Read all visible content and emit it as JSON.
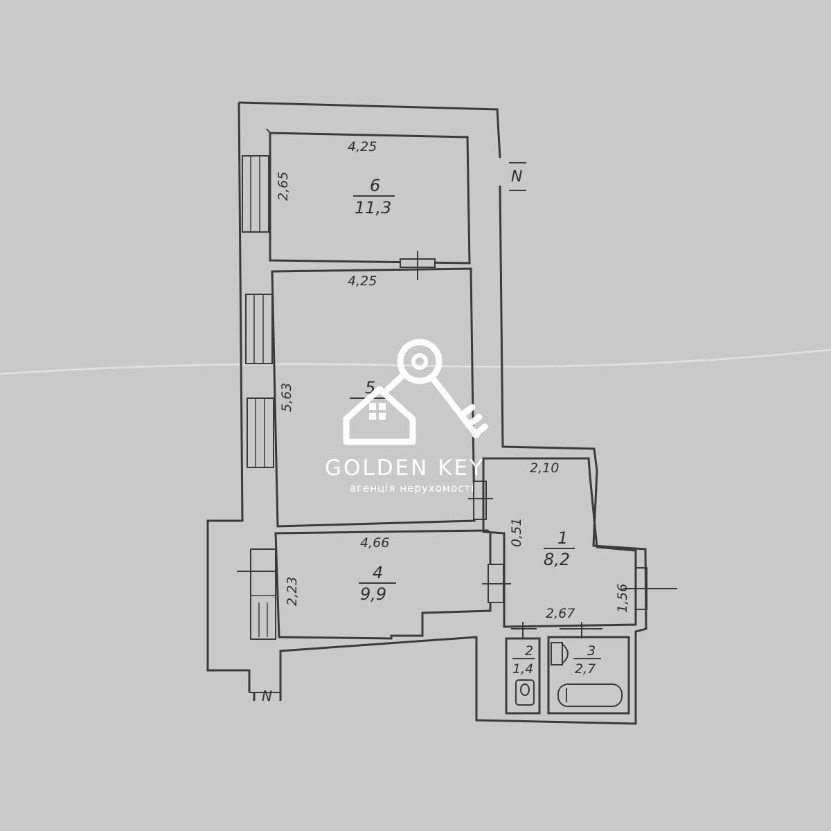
{
  "dimensions": {
    "room6_width": "4,25",
    "room6_height": "2,65",
    "room5_width": "4,25",
    "room5_height": "5,63",
    "room4_width": "4,66",
    "room4_height": "2,23",
    "room1_top": "2,10",
    "room1_left": "0,51",
    "room1_right": "1,56",
    "room1_bottom": "2,67"
  },
  "rooms": {
    "r6": {
      "number": "6",
      "area": "11,3"
    },
    "r5": {
      "number": "5",
      "area": ""
    },
    "r4": {
      "number": "4",
      "area": "9,9"
    },
    "r1": {
      "number": "1",
      "area": "8,2"
    },
    "r2": {
      "number": "2",
      "area": "1,4"
    },
    "r3": {
      "number": "3",
      "area": "2,7"
    }
  },
  "markers": {
    "north_top": "N",
    "north_bottom": "N"
  },
  "watermark": {
    "brand": "GOLDEN KEY",
    "tagline": "агенція нерухомості",
    "color": "#ffffff"
  }
}
